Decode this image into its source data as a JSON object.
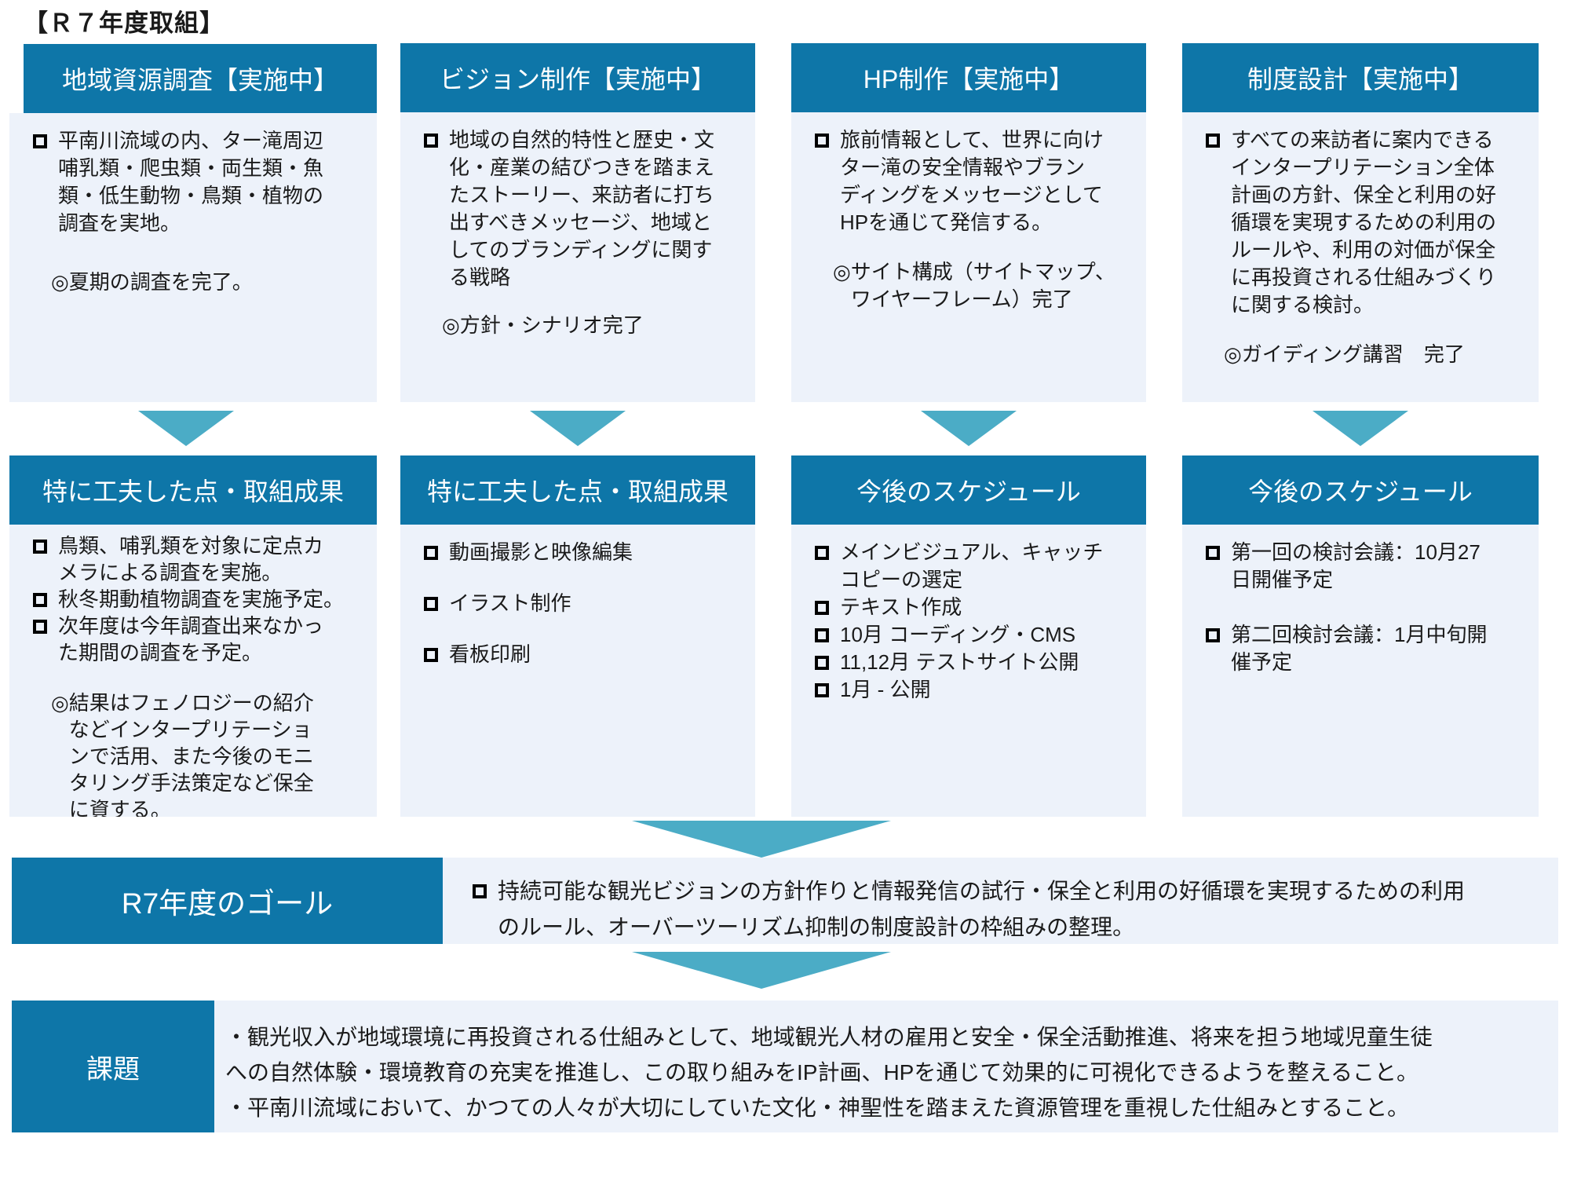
{
  "title": "【Ｒ７年度取組】",
  "colors": {
    "header_blue": "#0E76A8",
    "arrow_blue": "#4BACC6",
    "box_bg": "#EDF2FA"
  },
  "columns": [
    {
      "top": {
        "header": "地域資源調査【実施中】",
        "items": [
          {
            "text": "平南川流域の内、ター滝周辺\n哺乳類・爬虫類・両生類・魚\n類・低生動物・鳥類・植物の\n調査を実地。"
          }
        ],
        "note": {
          "marker": "◎",
          "text": "夏期の調査を完了。"
        }
      },
      "bottom": {
        "header": "特に工夫した点・取組成果",
        "items": [
          {
            "text": "鳥類、哺乳類を対象に定点カ\nメラによる調査を実施。"
          },
          {
            "text": "秋冬期動植物調査を実施予定。"
          },
          {
            "text": "次年度は今年調査出来なかっ\nた期間の調査を予定。"
          }
        ],
        "note": {
          "marker": "◎",
          "text": "結果はフェノロジーの紹介\nなどインタープリテーショ\nンで活用、また今後のモニ\nタリング手法策定など保全\nに資する。"
        }
      }
    },
    {
      "top": {
        "header": "ビジョン制作【実施中】",
        "items": [
          {
            "text": "地域の自然的特性と歴史・文\n化・産業の結びつきを踏まえ\nたストーリー、来訪者に打ち\n出すべきメッセージ、地域と\nしてのブランディングに関す\nる戦略"
          }
        ],
        "note": {
          "marker": "◎",
          "text": "方針・シナリオ完了"
        }
      },
      "bottom": {
        "header": "特に工夫した点・取組成果",
        "items": [
          {
            "text": "動画撮影と映像編集"
          },
          {
            "text": "イラスト制作"
          },
          {
            "text": "看板印刷"
          }
        ]
      }
    },
    {
      "top": {
        "header": "HP制作【実施中】",
        "items": [
          {
            "text": "旅前情報として、世界に向け\nター滝の安全情報やブラン\nディングをメッセージとして\nHPを通じて発信する。"
          }
        ],
        "note": {
          "marker": "◎",
          "text": "サイト構成（サイトマップ、\nワイヤーフレーム）完了"
        }
      },
      "bottom": {
        "header": "今後のスケジュール",
        "items": [
          {
            "text": "メインビジュアル、キャッチ\nコピーの選定"
          },
          {
            "text": "テキスト作成"
          },
          {
            "text": "10月 コーディング・CMS"
          },
          {
            "text": "11,12月 テストサイト公開"
          },
          {
            "text": "1月 - 公開"
          }
        ]
      }
    },
    {
      "top": {
        "header": "制度設計【実施中】",
        "items": [
          {
            "text": "すべての来訪者に案内できる\nインタープリテーション全体\n計画の方針、保全と利用の好\n循環を実現するための利用の\nルールや、利用の対価が保全\nに再投資される仕組みづくり\nに関する検討。"
          }
        ],
        "note": {
          "marker": "◎",
          "text": "ガイディング講習　完了"
        }
      },
      "bottom": {
        "header": "今後のスケジュール",
        "items": [
          {
            "text": "第一回の検討会議：10月27\n日開催予定"
          },
          {
            "text": "第二回検討会議：1月中旬開\n催予定"
          }
        ]
      }
    }
  ],
  "goal": {
    "label": "R7年度のゴール",
    "text": "持続可能な観光ビジョンの方針作りと情報発信の試行・保全と利用の好循環を実現するための利用\nのルール、オーバーツーリズム抑制の制度設計の枠組みの整理。"
  },
  "issues": {
    "label": "課題",
    "text": "・観光収入が地域環境に再投資される仕組みとして、地域観光人材の雇用と安全・保全活動推進、将来を担う地域児童生徒\nへの自然体験・環境教育の充実を推進し、この取り組みをIP計画、HPを通じて効果的に可視化できるようを整えること。\n・平南川流域において、かつての人々が大切にしていた文化・神聖性を踏まえた資源管理を重視した仕組みとすること。"
  }
}
